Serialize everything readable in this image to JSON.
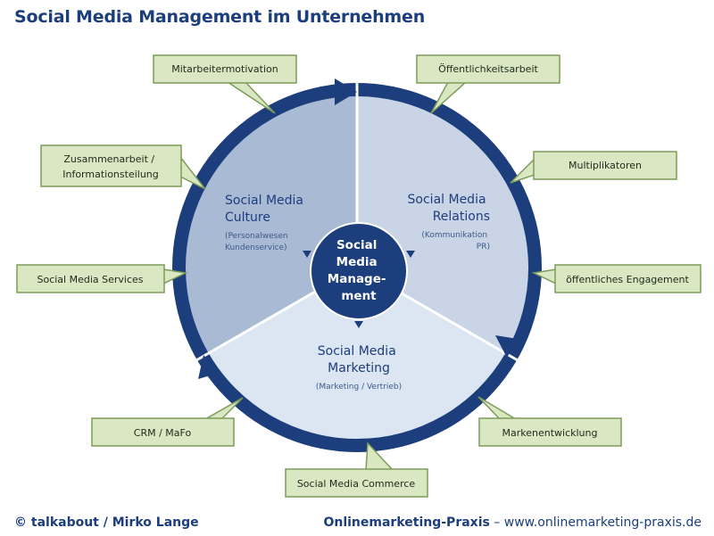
{
  "title": "Social Media Management im Unternehmen",
  "center": {
    "lines": [
      "Social",
      "Media",
      "Manage-",
      "ment"
    ]
  },
  "segments": [
    {
      "id": "culture",
      "title": [
        "Social Media",
        "Culture"
      ],
      "sub": [
        "(Personalwesen",
        "Kundenservice)"
      ]
    },
    {
      "id": "relations",
      "title": [
        "Social Media",
        "Relations"
      ],
      "sub": [
        "(Kommunikation",
        "PR)"
      ]
    },
    {
      "id": "marketing",
      "title": [
        "Social Media",
        "Marketing"
      ],
      "sub": [
        "(Marketing / Vertrieb)"
      ]
    }
  ],
  "callouts": [
    {
      "id": "mitarbeitermotivation",
      "lines": [
        "Mitarbeitermotivation"
      ]
    },
    {
      "id": "oeffentlichkeitsarbeit",
      "lines": [
        "Öffentlichkeitsarbeit"
      ]
    },
    {
      "id": "zusammenarbeit",
      "lines": [
        "Zusammenarbeit /",
        "Informationsteilung"
      ]
    },
    {
      "id": "multiplikatoren",
      "lines": [
        "Multiplikatoren"
      ]
    },
    {
      "id": "services",
      "lines": [
        "Social Media Services"
      ]
    },
    {
      "id": "engagement",
      "lines": [
        "öffentliches Engagement"
      ]
    },
    {
      "id": "crm",
      "lines": [
        "CRM / MaFo"
      ]
    },
    {
      "id": "markenentwicklung",
      "lines": [
        "Markenentwicklung"
      ]
    },
    {
      "id": "commerce",
      "lines": [
        "Social Media Commerce"
      ]
    }
  ],
  "footer": {
    "left": "© talkabout / Mirko Lange",
    "brand": "Onlinemarketing-Praxis",
    "rest": " – www.onlinemarketing-praxis.de"
  },
  "colors": {
    "ring": "#1c3e7c",
    "culture": "#a9bad4",
    "relations": "#c9d4e6",
    "marketing": "#dce5f2",
    "callout_fill": "#d9e7c3",
    "callout_stroke": "#7d9b5a"
  }
}
